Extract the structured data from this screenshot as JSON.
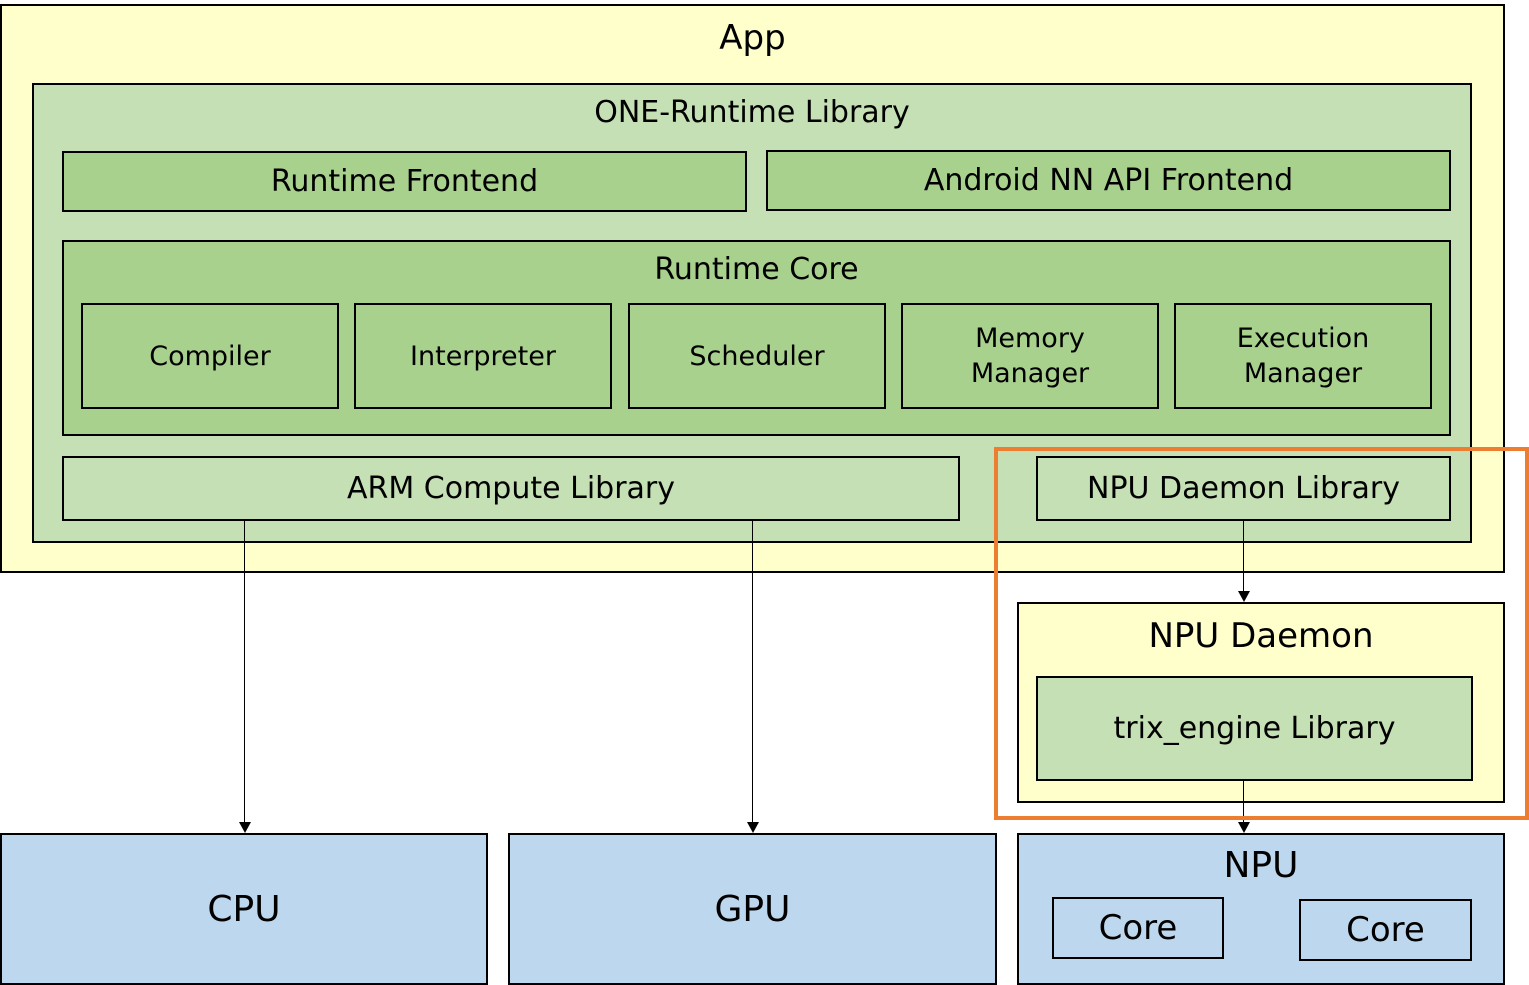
{
  "app": {
    "title": "App"
  },
  "one_runtime": {
    "title": "ONE-Runtime Library",
    "frontends": [
      {
        "label": "Runtime Frontend"
      },
      {
        "label": "Android NN API Frontend"
      }
    ],
    "runtime_core": {
      "title": "Runtime Core",
      "modules": [
        {
          "label": "Compiler"
        },
        {
          "label": "Interpreter"
        },
        {
          "label": "Scheduler"
        },
        {
          "label": "Memory Manager"
        },
        {
          "label": "Execution Manager"
        }
      ]
    },
    "backends": [
      {
        "label": "ARM Compute Library"
      },
      {
        "label": "NPU Daemon Library"
      }
    ]
  },
  "npu_daemon": {
    "title": "NPU Daemon",
    "library": "trix_engine Library"
  },
  "hardware": {
    "cpu": "CPU",
    "gpu": "GPU",
    "npu": {
      "title": "NPU",
      "cores": [
        "Core",
        "Core"
      ]
    }
  },
  "colors": {
    "app_bg": "#ffffcc",
    "library_bg": "#c5e0b4",
    "component_bg": "#a9d18e",
    "hardware_bg": "#bdd7ee",
    "highlight": "#ed7d31"
  }
}
